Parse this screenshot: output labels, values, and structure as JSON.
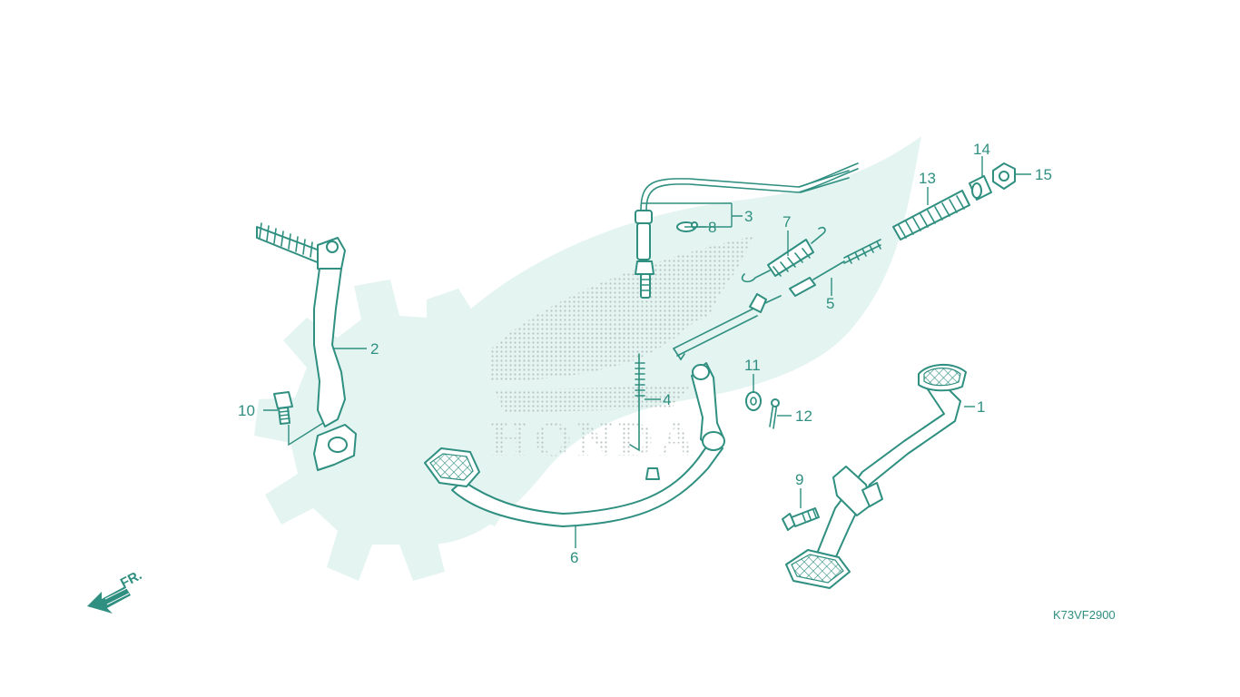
{
  "watermark": {
    "brand_text": "HONDA"
  },
  "diagram": {
    "code": "K73VF2900",
    "front_arrow_label": "FR.",
    "colors": {
      "line": "#2f8f80",
      "watermark": "#e4f4f1",
      "background": "#ffffff"
    }
  },
  "callouts": [
    {
      "id": "c1",
      "label": "1"
    },
    {
      "id": "c2",
      "label": "2"
    },
    {
      "id": "c3",
      "label": "3"
    },
    {
      "id": "c4",
      "label": "4"
    },
    {
      "id": "c5",
      "label": "5"
    },
    {
      "id": "c6",
      "label": "6"
    },
    {
      "id": "c7",
      "label": "7"
    },
    {
      "id": "c8",
      "label": "8"
    },
    {
      "id": "c9",
      "label": "9"
    },
    {
      "id": "c10",
      "label": "10"
    },
    {
      "id": "c11",
      "label": "11"
    },
    {
      "id": "c12",
      "label": "12"
    },
    {
      "id": "c13",
      "label": "13"
    },
    {
      "id": "c14",
      "label": "14"
    },
    {
      "id": "c15",
      "label": "15"
    }
  ]
}
